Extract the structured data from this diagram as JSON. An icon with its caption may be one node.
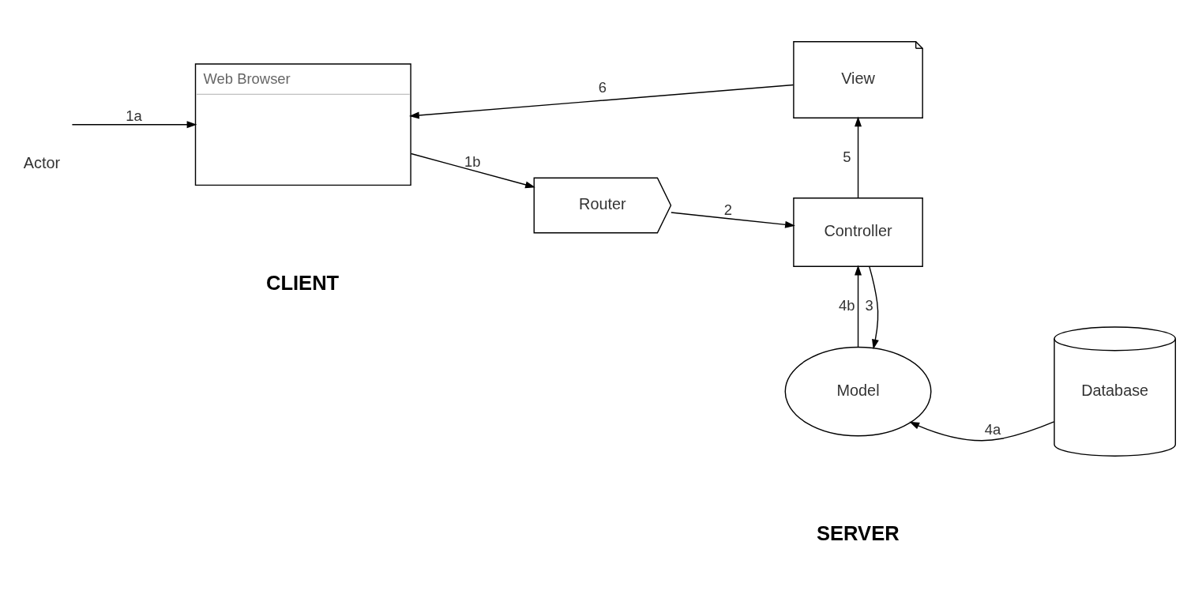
{
  "diagram": {
    "nodes": [
      {
        "text": [
          "Actor"
        ]
      },
      {
        "text": [
          "Web Browser"
        ]
      },
      {
        "text": [
          "Router"
        ]
      },
      {
        "text": [
          "Controller"
        ]
      },
      {
        "text": [
          "View"
        ]
      },
      {
        "text": [
          "Model"
        ]
      },
      {
        "text": [
          "Database"
        ]
      }
    ],
    "edges": [
      {
        "from": 0,
        "to": 1,
        "arrow": "to",
        "label": "1a"
      },
      {
        "from": 1,
        "to": 2,
        "arrow": "to",
        "label": "1b"
      },
      {
        "from": 2,
        "to": 3,
        "arrow": "to",
        "label": "2"
      },
      {
        "from": 3,
        "to": 5,
        "arrow": "to",
        "label": "3"
      },
      {
        "from": 6,
        "to": 5,
        "arrow": "to",
        "label": "4a"
      },
      {
        "from": 5,
        "to": 3,
        "arrow": "to",
        "label": "4b"
      },
      {
        "from": 3,
        "to": 4,
        "arrow": "to",
        "label": "5"
      },
      {
        "from": 4,
        "to": 1,
        "arrow": "to",
        "label": "6"
      }
    ],
    "labels": [
      "CLIENT",
      "SERVER"
    ]
  }
}
